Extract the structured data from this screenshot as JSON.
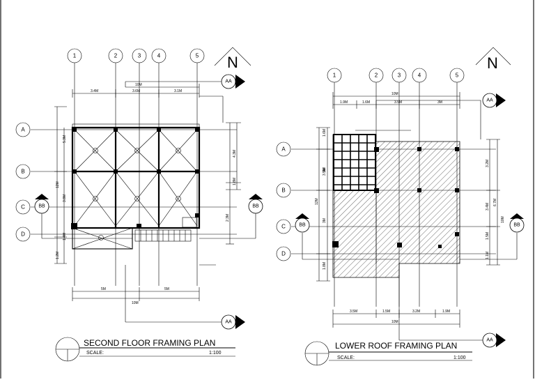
{
  "left_plan": {
    "title": "SECOND FLOOR FRAMING PLAN",
    "scale_label": "SCALE:",
    "scale_value": "1:100",
    "north": "N",
    "grid_cols": [
      "1",
      "2",
      "3",
      "4",
      "5"
    ],
    "grid_rows": [
      "A",
      "B",
      "C",
      "D"
    ],
    "section_aa": "AA",
    "section_bb": "BB",
    "dims_top": [
      "10M",
      "3.4M",
      "3.6M",
      "3.1M"
    ],
    "dims_bottom": [
      "5M",
      "5M",
      "10M"
    ],
    "dims_left": [
      "5.3M",
      "12M",
      "3.8M",
      "1.4M",
      "1.2M"
    ],
    "dims_right": [
      "4.3M",
      "1.8M",
      "2.3M"
    ]
  },
  "right_plan": {
    "title": "LOWER ROOF FRAMING PLAN",
    "scale_label": "SCALE:",
    "scale_value": "1:100",
    "north": "N",
    "grid_cols": [
      "1",
      "2",
      "3",
      "4",
      "5"
    ],
    "grid_rows": [
      "A",
      "B",
      "C",
      "D"
    ],
    "section_aa": "AA",
    "section_bb": "BB",
    "dims_top": [
      "10M",
      "1.9M",
      "1.6M",
      "3.5M",
      "3M"
    ],
    "dims_bottom": [
      "3.5M",
      "1.5M",
      "3.2M",
      "1.9M",
      "10M"
    ],
    "dims_left": [
      "1.6M",
      "3M",
      "3.5M",
      "12M",
      "3M",
      "1.8M"
    ],
    "dims_right": [
      "3.2M",
      "3.4M",
      "6.7M",
      "10M",
      "1.5M",
      "1.1M"
    ]
  }
}
